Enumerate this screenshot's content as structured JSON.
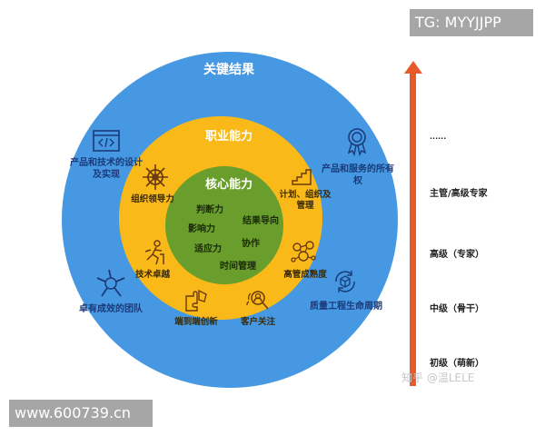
{
  "watermarks": {
    "top_right": "TG: MYYJJPP",
    "bottom_left": "www.600739.cn",
    "zhihu": "知乎 @温LELE"
  },
  "colors": {
    "outer_ring": "#4598e1",
    "middle_ring": "#f9b918",
    "inner_circle": "#6a9e2c",
    "arrow": "#e65a2c"
  },
  "diagram": {
    "outer_ring": {
      "title": "关键结果",
      "items": [
        {
          "label": "产品和技术的设计及实现",
          "icon": "code-window-icon"
        },
        {
          "label": "产品和服务的所有权",
          "icon": "award-ribbon-icon"
        },
        {
          "label": "卓有成效的团队",
          "icon": "team-hands-icon"
        },
        {
          "label": "质量工程生命周期",
          "icon": "cycle-box-icon"
        }
      ]
    },
    "middle_ring": {
      "title": "职业能力",
      "items": [
        {
          "label": "组织领导力",
          "icon": "ship-wheel-icon"
        },
        {
          "label": "计划、组织及管理",
          "icon": "stairs-icon"
        },
        {
          "label": "技术卓越",
          "icon": "hurdle-runner-icon"
        },
        {
          "label": "高管成熟度",
          "icon": "network-people-icon"
        },
        {
          "label": "端到端创新",
          "icon": "puzzle-icon"
        },
        {
          "label": "客户关注",
          "icon": "person-magnifier-icon"
        }
      ]
    },
    "inner_circle": {
      "title": "核心能力",
      "items": [
        "判断力",
        "结果导向",
        "影响力",
        "协作",
        "适应力",
        "时间管理"
      ]
    }
  },
  "ladder": {
    "levels": [
      "......",
      "主管/高级专家",
      "高级（专家）",
      "中级（骨干）",
      "初级（萌新）"
    ]
  }
}
